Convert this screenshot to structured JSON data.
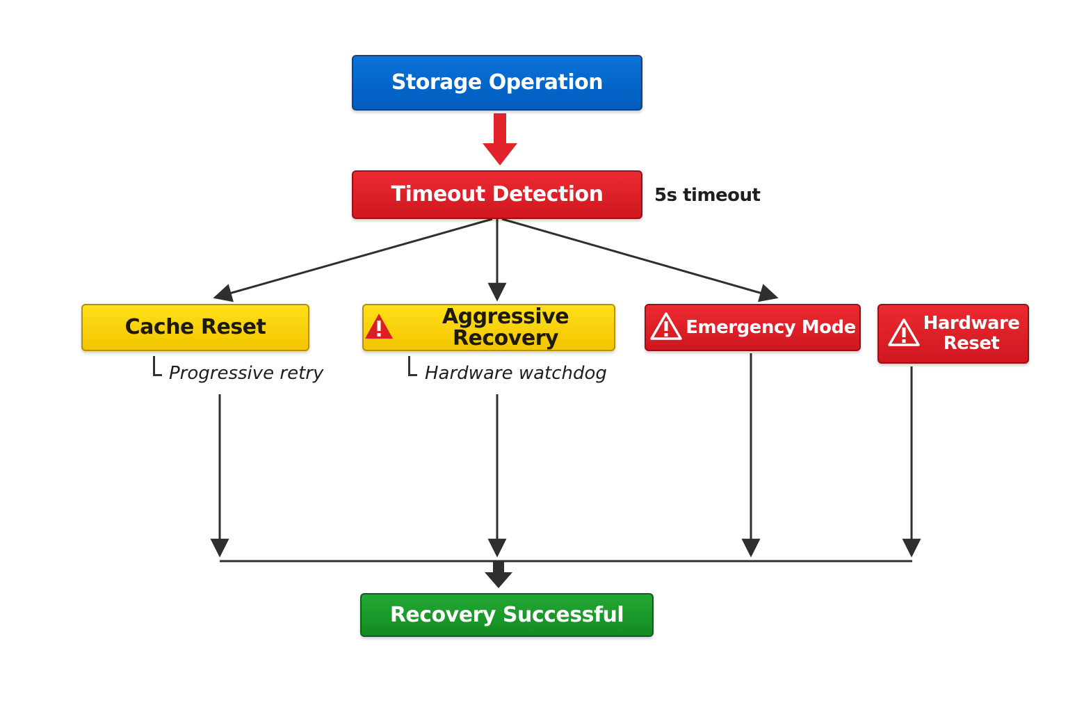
{
  "nodes": {
    "storage_operation": "Storage Operation",
    "timeout_detection": "Timeout Detection",
    "cache_reset": "Cache Reset",
    "aggressive_recovery": "Aggressive Recovery",
    "emergency_mode": "Emergency Mode",
    "hardware_reset_line1": "Hardware",
    "hardware_reset_line2": "Reset",
    "recovery_successful": "Recovery Successful"
  },
  "notes": {
    "timeout": "5s timeout",
    "progressive_retry": "Progressive retry",
    "hardware_watchdog": "Hardware watchdog"
  },
  "icons": {
    "aggressive_recovery": "warning-filled-icon",
    "emergency_mode": "warning-outline-icon",
    "hardware_reset": "warning-outline-icon"
  },
  "colors": {
    "blue": "#0060c4",
    "red": "#de1e26",
    "yellow": "#f8d20c",
    "green": "#1a9a2a",
    "connector": "#2f2f2f",
    "first_arrow": "#e3232b"
  }
}
